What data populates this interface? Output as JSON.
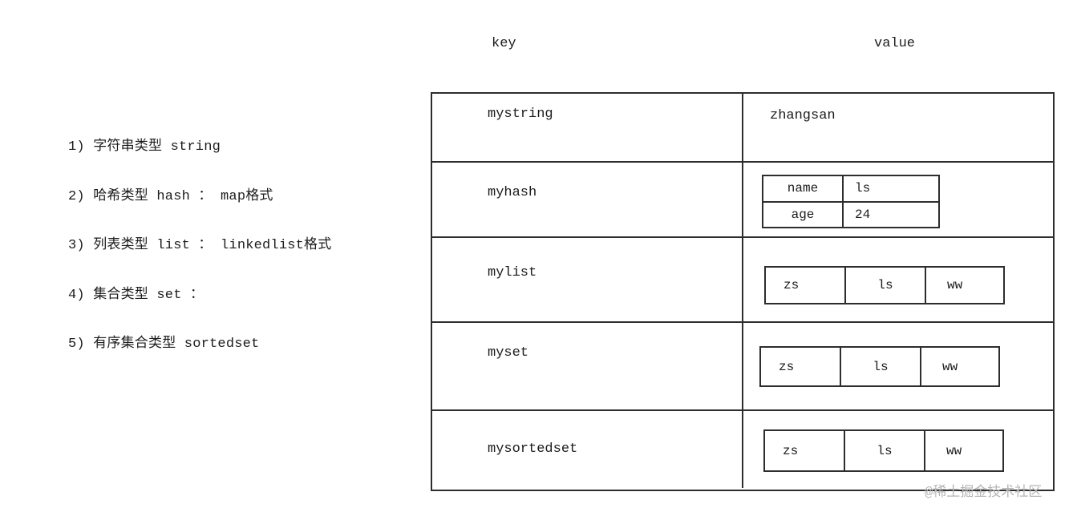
{
  "page": {
    "watermark": "@稀土掘金技术社区"
  },
  "notes": {
    "items": [
      "1) 字符串类型 string",
      "2) 哈希类型 hash ： map格式",
      "3) 列表类型 list ： linkedlist格式",
      "4) 集合类型 set ：",
      "5) 有序集合类型 sortedset"
    ]
  },
  "table": {
    "headers": {
      "key": "key",
      "value": "value"
    },
    "rows": [
      {
        "key": "mystring",
        "value_type": "string",
        "value": "zhangsan"
      },
      {
        "key": "myhash",
        "value_type": "hash",
        "entries": [
          {
            "field": "name",
            "value": "ls"
          },
          {
            "field": "age",
            "value": "24"
          }
        ]
      },
      {
        "key": "mylist",
        "value_type": "list",
        "items": [
          "zs",
          "ls",
          "ww"
        ]
      },
      {
        "key": "myset",
        "value_type": "set",
        "items": [
          "zs",
          "ls",
          "ww"
        ]
      },
      {
        "key": "mysortedset",
        "value_type": "sortedset",
        "items": [
          "zs",
          "ls",
          "ww"
        ]
      }
    ]
  },
  "colors": {
    "line": "#2d2d2d",
    "text": "#1c1c1c",
    "watermark": "#b4b4b4"
  }
}
